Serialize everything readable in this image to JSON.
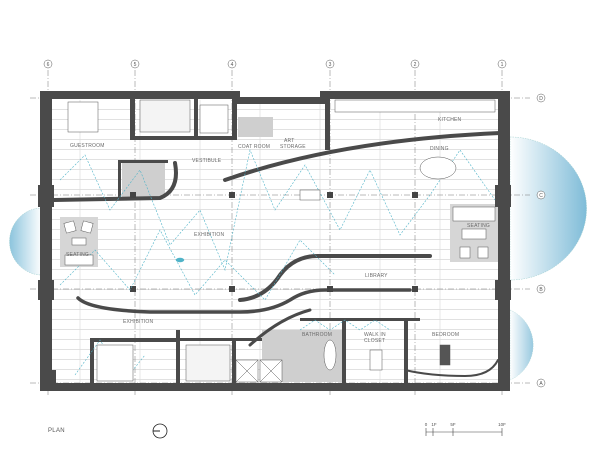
{
  "drawing": {
    "title": "PLAN",
    "north_arrow": "north-arrow-icon",
    "scale_bar": {
      "ticks": [
        "0",
        "1F",
        "5F",
        "10F"
      ]
    }
  },
  "grid": {
    "columns": [
      "6",
      "5",
      "4",
      "3",
      "2",
      "1"
    ],
    "rows": [
      "D",
      "C",
      "B",
      "A"
    ]
  },
  "rooms": {
    "guestroom": "GUESTROOM",
    "vestibule": "VESTIBULE",
    "coat_room": "COAT ROOM",
    "art_storage_1": "ART",
    "art_storage_2": "STORAGE",
    "kitchen": "KITCHEN",
    "dining": "DINING",
    "exhibition_upper": "EXHIBITION",
    "seating_left": "SEATING",
    "seating_right": "SEATING",
    "library": "LIBRARY",
    "exhibition_lower": "EXHIBITION",
    "bathroom": "BATHROOM",
    "walk_in_1": "WALK IN",
    "walk_in_2": "CLOSET",
    "bedroom": "BEDROOM"
  },
  "colors": {
    "wall": "#4a4a4a",
    "floor_lines": "#bdbdbd",
    "light_path": "#4fb3c8",
    "window_bay": "#8cc4dd",
    "wet_area": "#cfcfcf",
    "grid_line": "#777777"
  }
}
